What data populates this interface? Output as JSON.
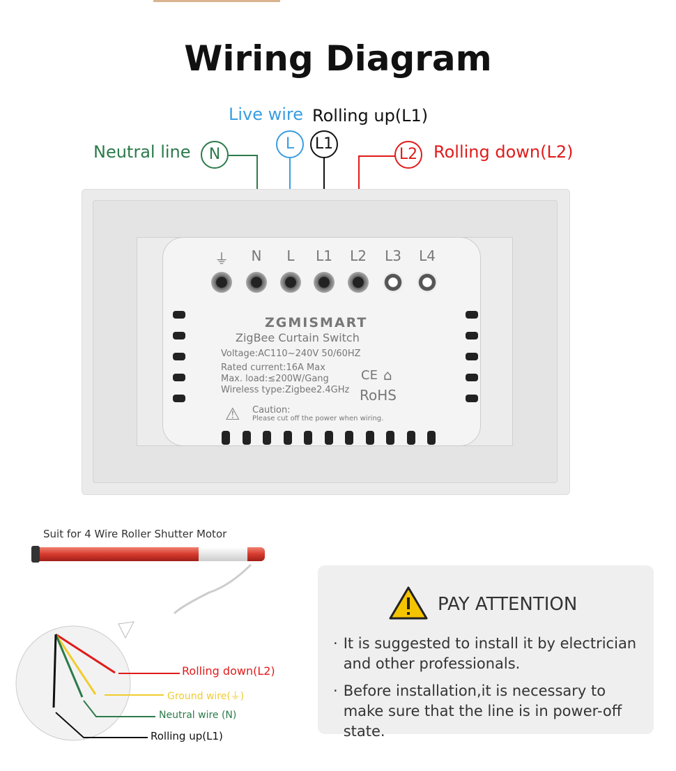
{
  "title": "Wiring Diagram",
  "labels": {
    "live_wire": "Live wire",
    "rolling_up": "Rolling up(L1)",
    "neutral_line": "Neutral line",
    "rolling_down": "Rolling down(L2)"
  },
  "circles": {
    "n": "N",
    "l": "L",
    "l1": "L1",
    "l2": "L2"
  },
  "terminals": [
    "⏚",
    "N",
    "L",
    "L1",
    "L2",
    "L3",
    "L4"
  ],
  "device": {
    "brand": "ZGMISMART",
    "product": "ZigBee Curtain Switch",
    "voltage": "Voltage:AC110~240V   50/60HZ",
    "current": "Rated current:16A Max",
    "load": "Max. load:≤200W/Gang",
    "wireless": "Wireless type:Zigbee2.4GHz",
    "ce": "CE",
    "rohs": "RoHS",
    "caution": "Caution:",
    "caution_text": "Please cut off the power when wiring."
  },
  "motor": {
    "caption": "Suit for 4 Wire Roller Shutter Motor",
    "rolling_down": "Rolling down(L2)",
    "ground": "Ground wire(⏚)",
    "neutral": "Neutral wire (N)",
    "rolling_up": "Rolling up(L1)"
  },
  "attention": {
    "heading": "PAY ATTENTION",
    "bullets": [
      "It is suggested to install it by electrician and other professionals.",
      "Before installation,it is necessary to make sure that the line is in power-off state."
    ]
  },
  "colors": {
    "live": "#3a9de0",
    "neutral": "#2c7a4b",
    "down": "#e01b1b",
    "ground": "#f2cc2e"
  }
}
